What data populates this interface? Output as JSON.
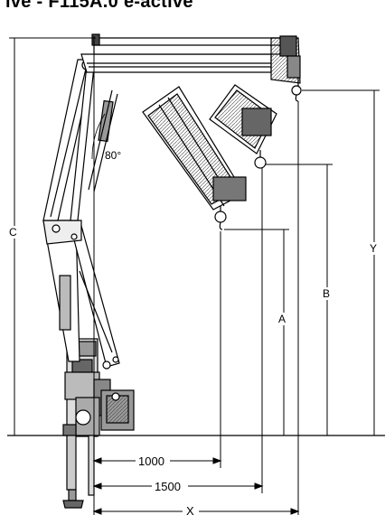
{
  "title": "ive - F115A.0 e-active",
  "diagram": {
    "angle_label": "80°",
    "height_labels": {
      "c": "C",
      "y": "Y",
      "b": "B",
      "a": "A"
    },
    "width_labels": {
      "d1000": "1000",
      "d1500": "1500",
      "x": "X"
    }
  }
}
